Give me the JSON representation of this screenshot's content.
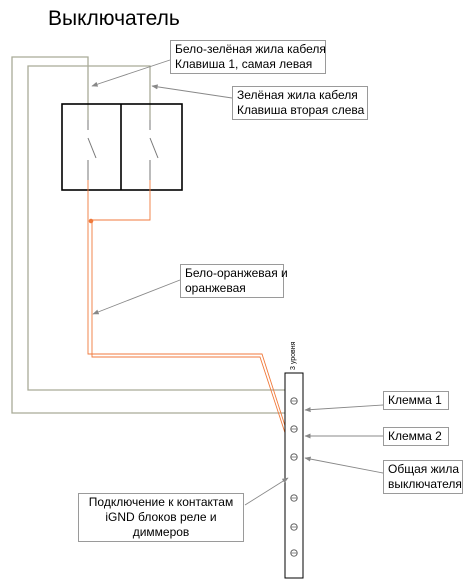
{
  "title": "Выключатель",
  "callouts": {
    "white_green": [
      "Бело-зелёная жила кабеля",
      "Клавиша 1, самая левая"
    ],
    "green": [
      "Зелёная жила кабеля",
      "Клавиша вторая слева"
    ],
    "white_orange": [
      "Бело-оранжевая и",
      "оранжевая"
    ],
    "terminal_1": [
      "Клемма 1"
    ],
    "terminal_2": [
      "Клемма 2"
    ],
    "common": [
      "Общая жила",
      "выключателя"
    ],
    "igdn": [
      "Подключение к контактам",
      "iGND блоков реле и",
      "диммеров"
    ]
  },
  "terminal_block_label": "3 уровня",
  "colors": {
    "gray_wire": "#a9ab98",
    "orange_wire": "#f07a3c",
    "outline": "#000000",
    "callout_border": "#9a9a9a"
  }
}
